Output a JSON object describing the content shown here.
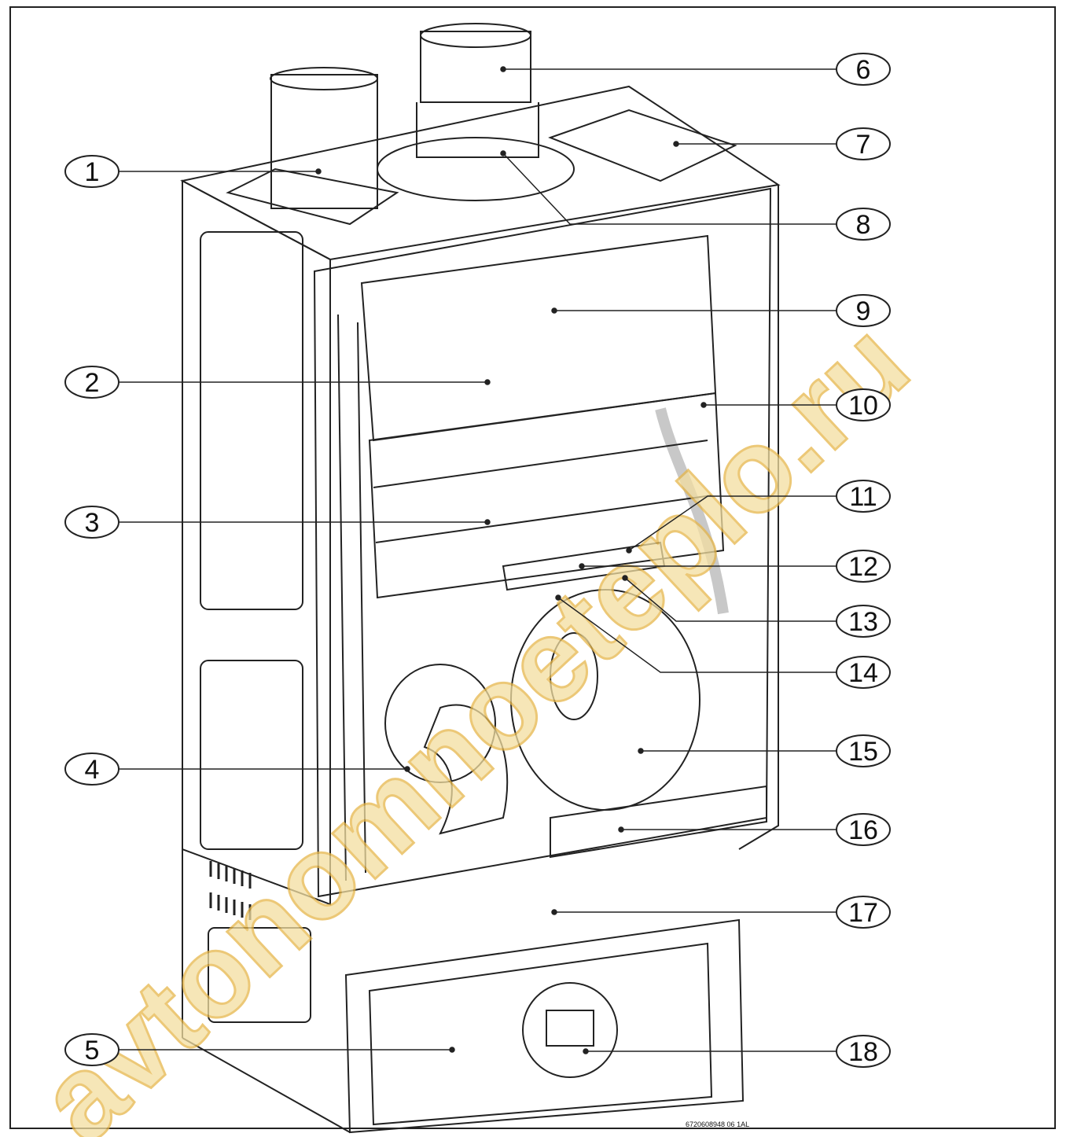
{
  "diagram": {
    "callouts": [
      {
        "num": "1"
      },
      {
        "num": "2"
      },
      {
        "num": "3"
      },
      {
        "num": "4"
      },
      {
        "num": "5"
      },
      {
        "num": "6"
      },
      {
        "num": "7"
      },
      {
        "num": "8"
      },
      {
        "num": "9"
      },
      {
        "num": "10"
      },
      {
        "num": "11"
      },
      {
        "num": "12"
      },
      {
        "num": "13"
      },
      {
        "num": "14"
      },
      {
        "num": "15"
      },
      {
        "num": "16"
      },
      {
        "num": "17"
      },
      {
        "num": "18"
      }
    ],
    "document_id": "6720608948 06 1AL",
    "watermark": "avtonomnoeteplo.ru"
  },
  "colors": {
    "line": "#222222",
    "watermark_fill": "#f3dea0",
    "watermark_stroke": "#e6b64a"
  }
}
